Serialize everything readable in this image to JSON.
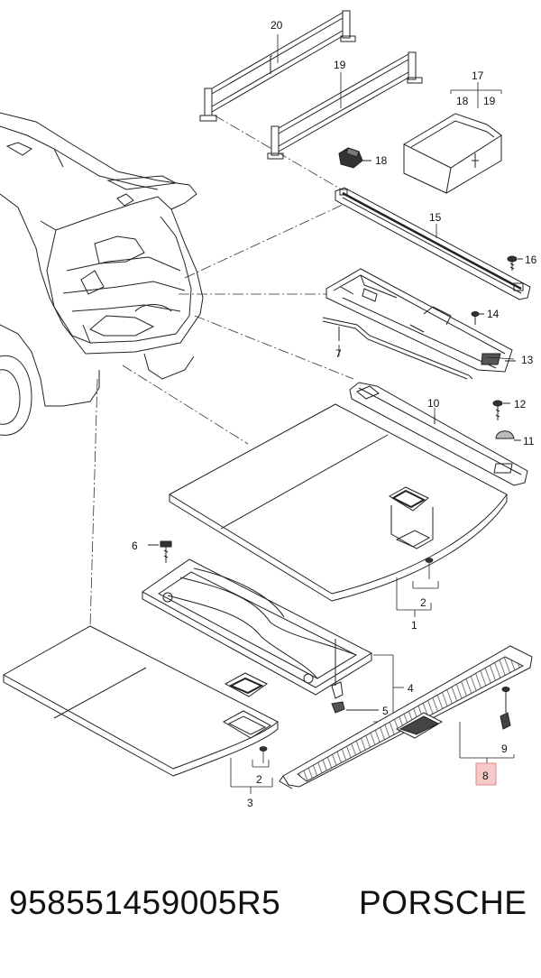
{
  "callouts": {
    "c1": "1",
    "c2a": "2",
    "c2b": "2",
    "c3": "3",
    "c4": "4",
    "c5": "5",
    "c6": "6",
    "c7": "7",
    "c8": "8",
    "c9": "9",
    "c10": "10",
    "c11": "11",
    "c12": "12",
    "c13": "13",
    "c14": "14",
    "c15": "15",
    "c16": "16",
    "c17": "17",
    "c18a": "18",
    "c18b": "18",
    "c19a": "19",
    "c19b": "19",
    "c20": "20"
  },
  "footer": {
    "part_number": "958551459005R5",
    "brand": "PORSCHE"
  },
  "colors": {
    "line": "#222222",
    "highlight_box": "#f6c9c9",
    "highlight_border": "#e08a8a"
  }
}
